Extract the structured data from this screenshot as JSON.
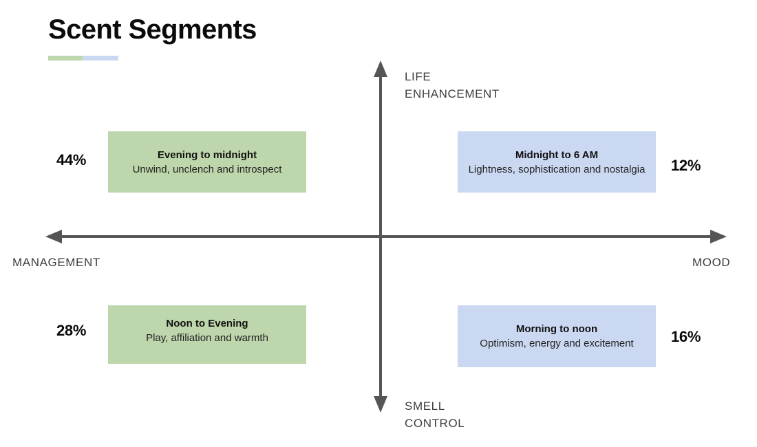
{
  "header": {
    "title": "Scent Segments",
    "rule_colors": [
      "#bdd6ab",
      "#cbd8f2"
    ]
  },
  "palette": {
    "green": "#bdd6ab",
    "blue": "#cbd8f2",
    "axis": "#555555",
    "text": "#111111",
    "axis_label_text": "#3d3d3d"
  },
  "axes": {
    "top_label": "LIFE\nENHANCEMENT",
    "bottom_label": "SMELL\nCONTROL",
    "left_label": "MANAGEMENT",
    "right_label": "MOOD"
  },
  "chart_data": {
    "type": "scatter",
    "title": "Scent Segments",
    "xlabel": "MANAGEMENT ↔ MOOD",
    "ylabel": "SMELL CONTROL ↔ LIFE ENHANCEMENT",
    "x_axis_negative": "MANAGEMENT",
    "x_axis_positive": "MOOD",
    "y_axis_positive": "LIFE ENHANCEMENT",
    "y_axis_negative": "SMELL CONTROL",
    "grid": false,
    "legend": "none",
    "categories": [
      "Evening to midnight",
      "Midnight to 6 AM",
      "Noon to Evening",
      "Morning to noon"
    ],
    "values": [
      44,
      28,
      12,
      16
    ],
    "value_unit": "%",
    "quadrants": [
      {
        "id": "top-left",
        "quadrant": "MANAGEMENT / LIFE ENHANCEMENT",
        "title": "Evening to midnight",
        "description": "Unwind, unclench and introspect",
        "percent": "44%",
        "value": 44,
        "color": "#bdd6ab"
      },
      {
        "id": "top-right",
        "quadrant": "MOOD / LIFE ENHANCEMENT",
        "title": "Midnight to 6 AM",
        "description": "Lightness, sophistication and nostalgia",
        "percent": "12%",
        "value": 12,
        "color": "#cbd8f2"
      },
      {
        "id": "bottom-left",
        "quadrant": "MANAGEMENT / SMELL CONTROL",
        "title": "Noon to Evening",
        "description": "Play, affiliation and warmth",
        "percent": "28%",
        "value": 28,
        "color": "#bdd6ab"
      },
      {
        "id": "bottom-right",
        "quadrant": "MOOD / SMELL CONTROL",
        "title": "Morning to noon",
        "description": "Optimism, energy and excitement",
        "percent": "16%",
        "value": 16,
        "color": "#cbd8f2"
      }
    ]
  }
}
